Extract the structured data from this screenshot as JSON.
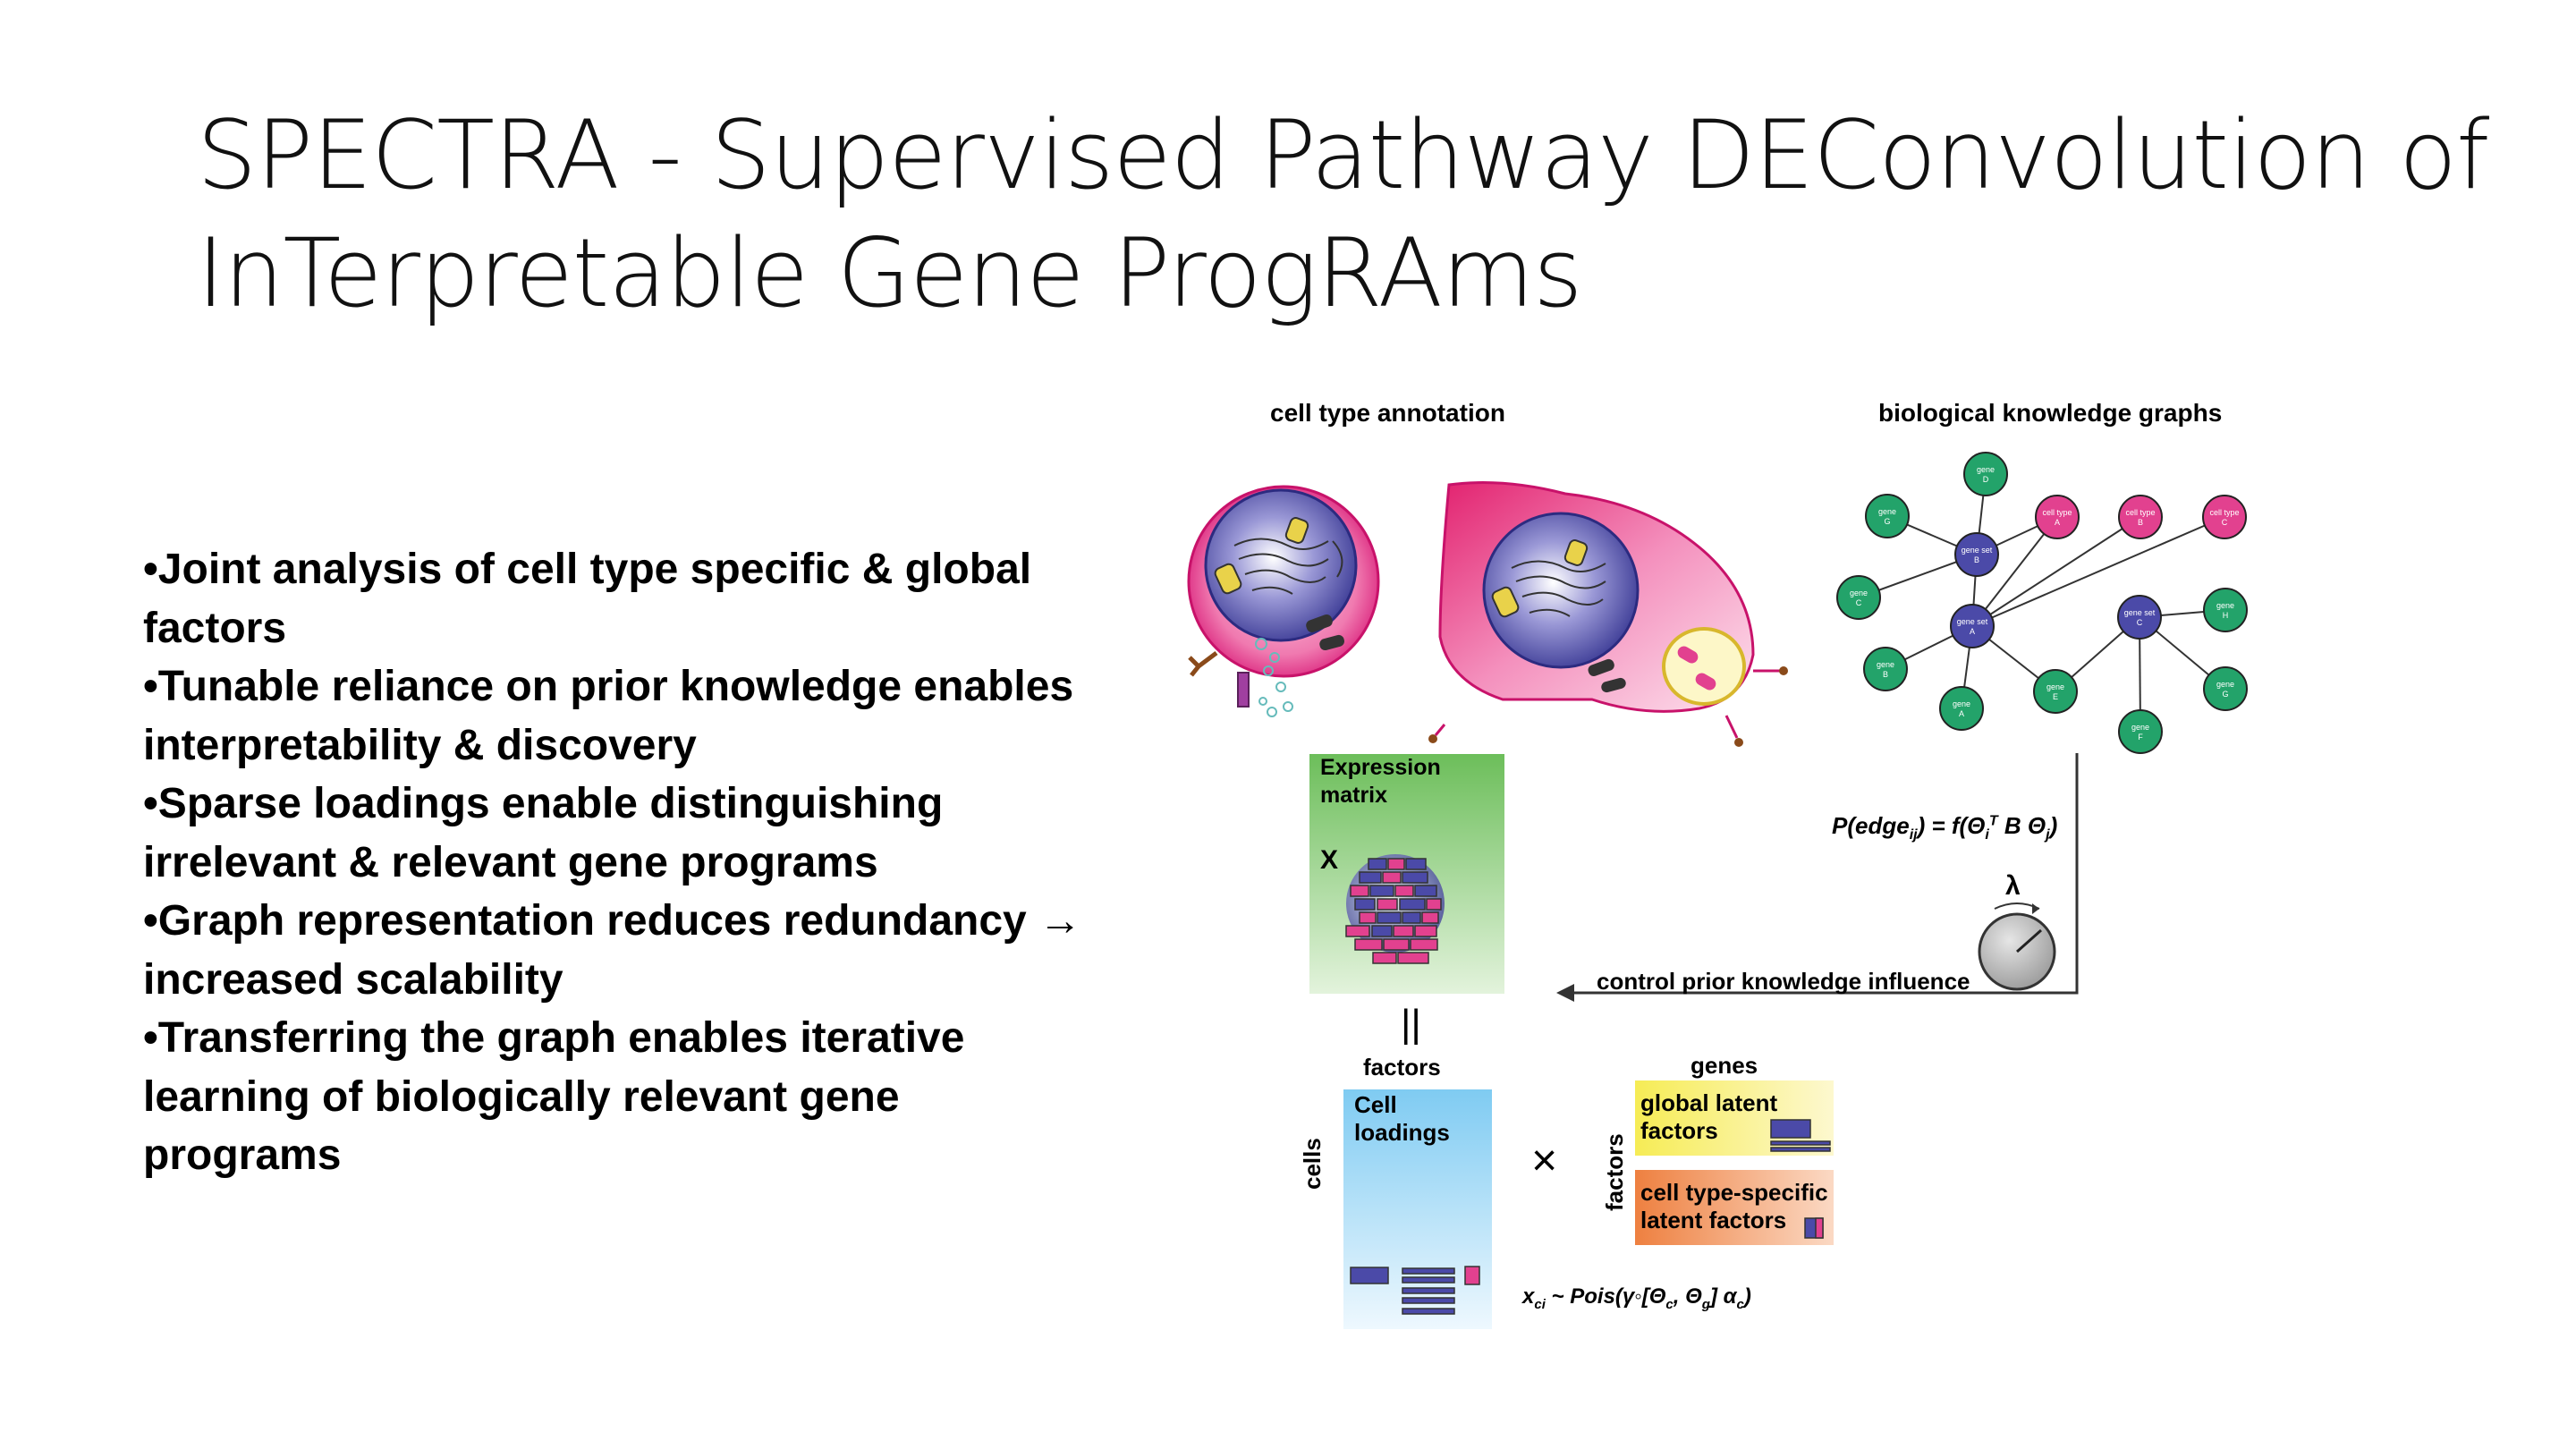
{
  "title": {
    "line1": "SPECTRA - Supervised Pathway DEConvolution of",
    "line2": "InTerpretable Gene ProgRAms"
  },
  "bullets": [
    "•Joint analysis of cell type specific & global",
    "factors",
    "•Tunable reliance on prior knowledge enables",
    "interpretability & discovery",
    "•Sparse loadings enable distinguishing",
    "irrelevant & relevant gene programs",
    "•Graph representation reduces redundancy →",
    "increased scalability",
    "•Transferring the graph enables iterative",
    "learning of biologically relevant gene",
    "programs"
  ],
  "figure": {
    "cell_type_annotation": "cell type annotation",
    "knowledge_graphs": "biological knowledge graphs",
    "expression_matrix": "Expression\nmatrix",
    "x_label": "X",
    "edge_formula": "P(edge",
    "edge_sub": "ij",
    "edge_rest": ") = f(Θ",
    "edge_i": "i",
    "edge_T": "T",
    "edge_B": " B Θ",
    "edge_j": "j",
    "edge_close": ")",
    "lambda": "λ",
    "control": "control prior knowledge influence",
    "equals": "||",
    "factors_top": "factors",
    "genes": "genes",
    "cell_loadings": "Cell\nloadings",
    "cells": "cells",
    "times": "×",
    "factors_side": "factors",
    "global_latent": "global latent\nfactors",
    "celltype_specific": "cell type-specific\nlatent factors",
    "pois_x": "x",
    "pois_ci": "ci",
    "pois_a": " ~ Pois(γ◦[Θ",
    "pois_c": "c",
    "pois_b": ", Θ",
    "pois_g": "g",
    "pois_d": "] α",
    "pois_c2": "c",
    "pois_e": ")"
  },
  "graph_nodes": {
    "gene_D": "gene\nD",
    "gene_G1": "gene\nG",
    "gene_C": "gene\nC",
    "gene_B": "gene\nB",
    "gene_A": "gene\nA",
    "gene_E": "gene\nE",
    "gene_F": "gene\nF",
    "gene_H": "gene\nH",
    "gene_G2": "gene\nG",
    "geneset_B": "gene set\nB",
    "geneset_A": "gene set\nA",
    "geneset_C": "gene set\nC",
    "celltype_A": "cell type\nA",
    "celltype_B": "cell type\nB",
    "celltype_C": "cell type\nC"
  },
  "colors": {
    "gene": "#23a36a",
    "geneset": "#4b4aa8",
    "celltype": "#e2418f",
    "expression_box": "#6cbe5a",
    "loadings_box": "#8fd2f4",
    "global_box": "#f6ef6a",
    "specific_box": "#f09250"
  }
}
